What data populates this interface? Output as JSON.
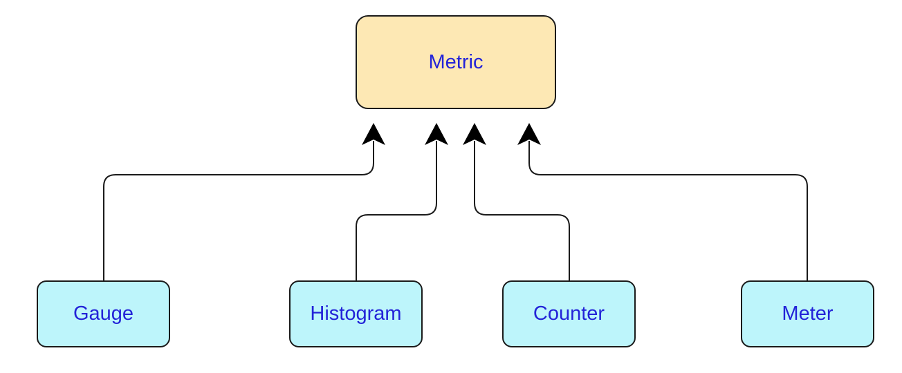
{
  "diagram": {
    "root": {
      "label": "Metric"
    },
    "children": [
      {
        "label": "Gauge"
      },
      {
        "label": "Histogram"
      },
      {
        "label": "Counter"
      },
      {
        "label": "Meter"
      }
    ],
    "colors": {
      "root_fill": "#fde8b4",
      "child_fill": "#bdf5fb",
      "text": "#2323d8",
      "stroke": "#1a1a1a"
    }
  }
}
